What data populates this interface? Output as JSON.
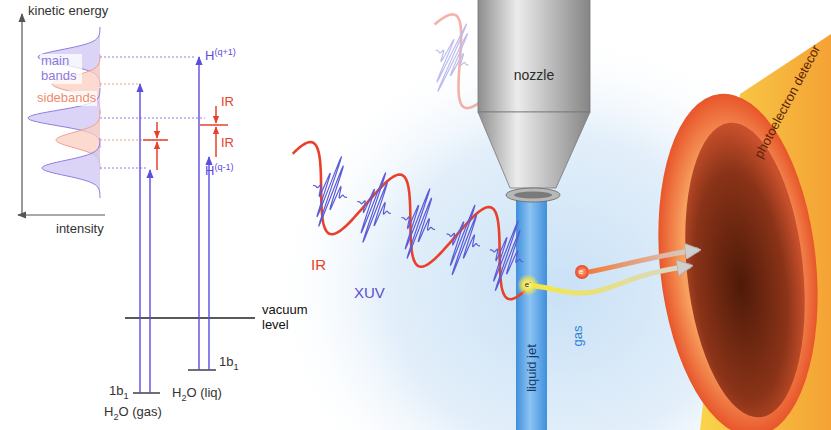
{
  "diagram": {
    "nodes": [
      {
        "text": [
          "nozzle"
        ]
      },
      {
        "text": [
          "liquid jet"
        ]
      },
      {
        "text": [
          "photoelectron detecor"
        ]
      }
    ],
    "edges": [
      {
        "from": 1,
        "to": 2,
        "arrow": "to"
      }
    ],
    "labels": [
      "kinetic energy",
      "main bands",
      "sidebands",
      "intensity",
      "H(q+1)",
      "IR",
      "IR",
      "H(q-1)",
      "vacuum level",
      "1b1",
      "1b1",
      "H2O (gas)",
      "H2O (liq)",
      "IR",
      "XUV",
      "gas",
      "e-",
      "e-"
    ]
  }
}
